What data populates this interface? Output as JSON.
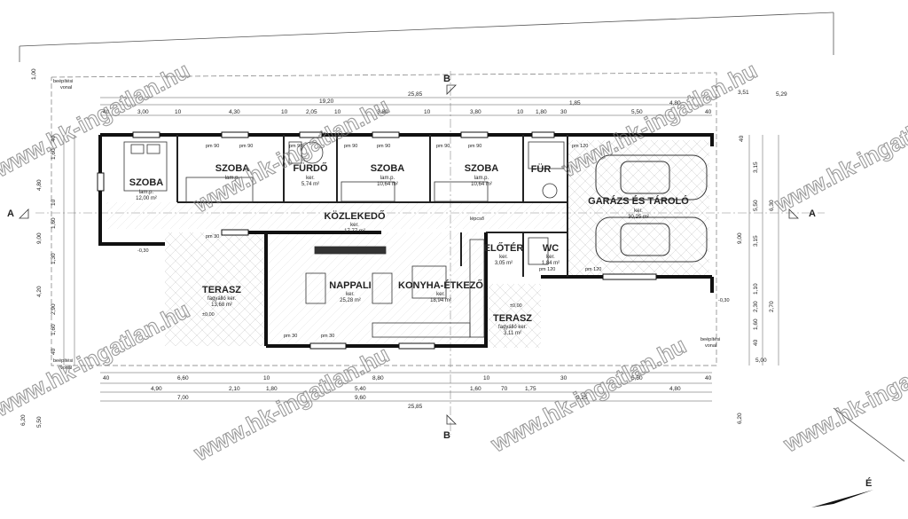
{
  "rooms": {
    "szoba1": {
      "name": "SZOBA",
      "floor": "lam.p.",
      "area": "12,00 m²"
    },
    "szoba2": {
      "name": "SZOBA",
      "floor": "lam.p.",
      "area": ""
    },
    "furdo": {
      "name": "FÜRDŐ",
      "floor": "ker.",
      "area": "5,74 m²"
    },
    "szoba3": {
      "name": "SZOBA",
      "floor": "lam.p.",
      "area": "10,64 m²"
    },
    "szoba4": {
      "name": "SZOBA",
      "floor": "lam.p.",
      "area": "10,64 m²"
    },
    "furdo2": {
      "name": "FÜR",
      "floor": "",
      "area": ""
    },
    "garazs": {
      "name": "GARÁZS ÉS TÁROLÓ",
      "floor": "ker.",
      "area": "30,25 m²"
    },
    "kozlekedo": {
      "name": "KÖZLEKEDŐ",
      "floor": "ker.",
      "area": "17,77 m²"
    },
    "eloter": {
      "name": "ELŐTÉR",
      "floor": "ker.",
      "area": "3,05 m²"
    },
    "wc": {
      "name": "WC",
      "floor": "ker.",
      "area": "1,84 m²"
    },
    "terasz1": {
      "name": "TERASZ",
      "floor": "fagyálló ker.",
      "area": "13,68 m²"
    },
    "nappali": {
      "name": "NAPPALI",
      "floor": "ker.",
      "area": "25,28 m²"
    },
    "konyha": {
      "name": "KONYHA-ÉTKEZŐ",
      "floor": "ker.",
      "area": "18,94 m²"
    },
    "terasz2": {
      "name": "TERASZ",
      "floor": "fagyálló ker.",
      "area": "3,11 m²"
    }
  },
  "labels": {
    "beepitesi_vonal_1": "beépítési",
    "beepitesi_vonal_2": "vonal",
    "section_a": "A",
    "section_b": "B",
    "north": "É",
    "lofted": "lépcső",
    "level_1": "±0,00",
    "level_2": "-0,30",
    "level_3": "-0,30"
  },
  "dims_top": {
    "overall": "25,85",
    "d1": "19,20",
    "d_right1": "3,51",
    "d_right2": "5,29",
    "row1": [
      "40",
      "3,00",
      "10",
      "4,30",
      "10",
      "2,05",
      "10",
      "3,80",
      "10",
      "3,80",
      "10",
      "1,80",
      "30",
      "5,50",
      "40"
    ],
    "row_top_sub": [
      "1,85",
      "4,80"
    ]
  },
  "dims_bottom": {
    "row1": [
      "40",
      "6,60",
      "10",
      "8,80",
      "10",
      "30",
      "5,50",
      "40"
    ],
    "row2": [
      "4,90",
      "2,10",
      "1,80",
      "5,40",
      "1,60",
      "70",
      "1,75",
      "4,80"
    ],
    "row3": [
      "7,00",
      "9,60",
      "9,25"
    ],
    "overall": "25,85"
  },
  "dims_left": [
    "1,00",
    "40",
    "1,60",
    "4,80",
    "1,60",
    "10",
    "9,00",
    "1,30",
    "4,20",
    "2,90",
    "1,60",
    "40",
    "6,20",
    "5,50"
  ],
  "dims_right": [
    "40",
    "3,15",
    "5,50",
    "6,30",
    "3,15",
    "9,00",
    "1,10",
    "2,30",
    "2,70",
    "1,60",
    "40",
    "5,00",
    "6,20"
  ],
  "door_labels": [
    "pm 90",
    "pm 90",
    "pm 90",
    "pm 90",
    "pm 90",
    "pm 90",
    "pm 90",
    "pm 120",
    "pm 30",
    "pm 30",
    "pm 30",
    "pm 120",
    "pm 120"
  ],
  "watermark": "www.hk-ingatlan.hu"
}
